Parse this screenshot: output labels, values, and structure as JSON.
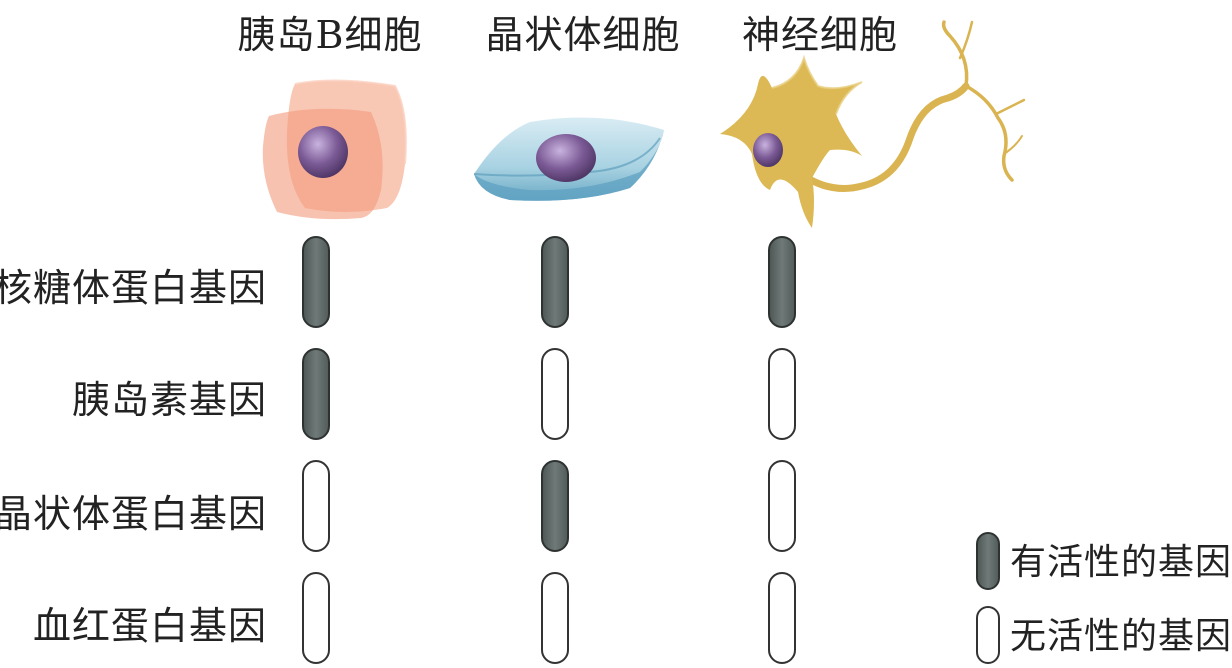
{
  "columns": [
    {
      "title": "胰岛B细胞",
      "genes": [
        "active",
        "active",
        "inactive",
        "inactive"
      ]
    },
    {
      "title": "晶状体细胞",
      "genes": [
        "active",
        "inactive",
        "active",
        "inactive"
      ]
    },
    {
      "title": "神经细胞",
      "genes": [
        "active",
        "inactive",
        "inactive",
        "inactive"
      ]
    }
  ],
  "rows": [
    {
      "label": "核糖体蛋白基因"
    },
    {
      "label": "胰岛素基因"
    },
    {
      "label": "晶状体蛋白基因"
    },
    {
      "label": "血红蛋白基因"
    }
  ],
  "legend": {
    "active_label": "有活性的基因",
    "inactive_label": "无活性的基因"
  },
  "colors": {
    "active_gene": "#5f6a68",
    "islet_cell": "#f4a88c",
    "lens_cell": "#8fc3d8",
    "neuron": "#d9b451",
    "nucleus": "#7b5a95"
  }
}
